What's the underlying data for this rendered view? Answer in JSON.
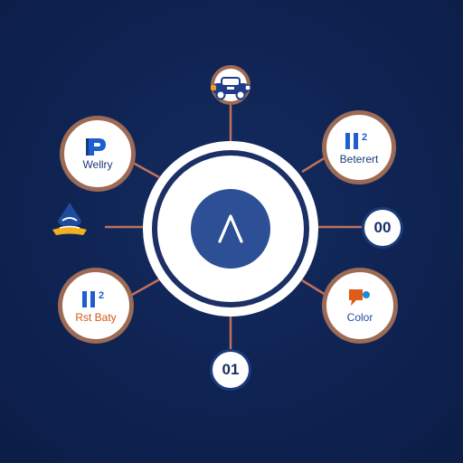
{
  "colors": {
    "background": "#0f2352",
    "connector": "#c0705c",
    "node_border": "#9c6a55",
    "hub_core": "#2c4f95",
    "accent_orange": "#e05a1a",
    "accent_blue": "#1e5fd0"
  },
  "hub": {
    "letter": "A",
    "icon": "letter-a-icon"
  },
  "nodes": {
    "top": {
      "icon": "vehicle-icon"
    },
    "top_left": {
      "label": "Wellry",
      "icon": "p-logo-icon"
    },
    "top_right": {
      "label": "Beterert",
      "icon": "ii-squared-icon"
    },
    "left": {
      "icon": "water-drop-ship-icon"
    },
    "right": {
      "text": "00"
    },
    "bottom_left": {
      "label": "Rst Baty",
      "icon": "ii-squared-icon"
    },
    "bottom_right": {
      "label": "Color",
      "icon": "chat-bubble-icon"
    },
    "bottom": {
      "text": "01"
    }
  }
}
